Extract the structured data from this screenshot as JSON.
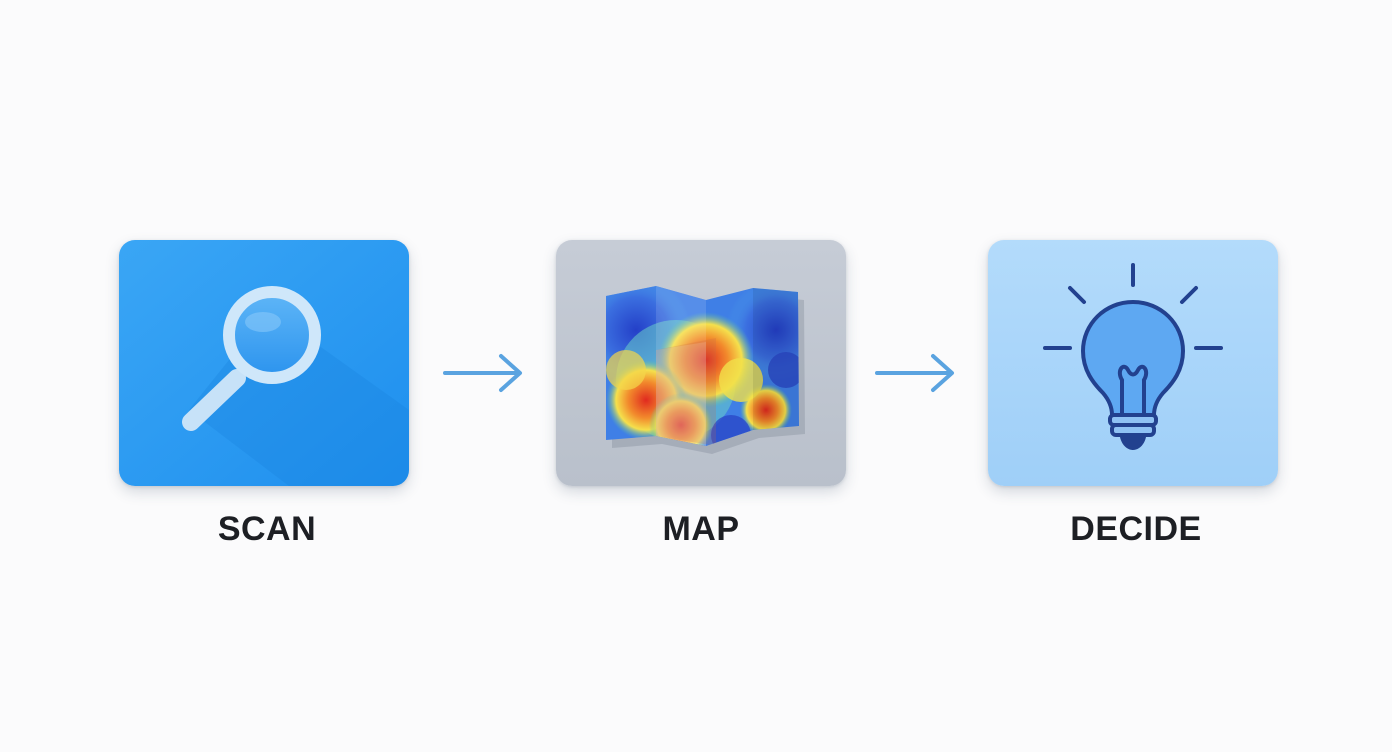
{
  "steps": [
    {
      "label": "SCAN",
      "icon": "magnifying-glass-icon",
      "color": "#2b9cf2"
    },
    {
      "label": "MAP",
      "icon": "folded-heatmap-icon",
      "color": "#c3c9d3"
    },
    {
      "label": "DECIDE",
      "icon": "lightbulb-icon",
      "color": "#a8d5f9"
    }
  ],
  "connectors": [
    {
      "icon": "arrow-right-icon",
      "color": "#5aa3e0"
    },
    {
      "icon": "arrow-right-icon",
      "color": "#5aa3e0"
    }
  ]
}
